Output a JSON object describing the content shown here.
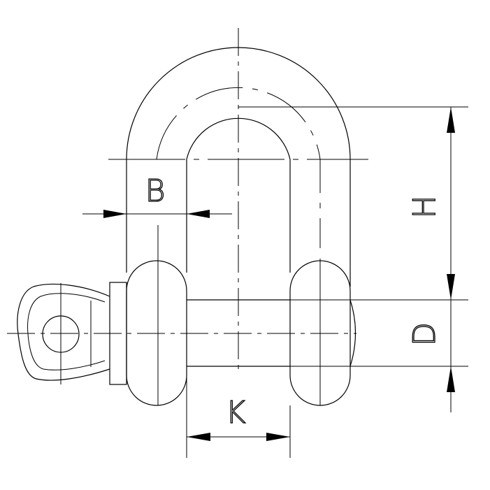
{
  "dimensions": {
    "b": "B",
    "h": "H",
    "d": "D",
    "k": "K"
  },
  "colors": {
    "line": "#000000",
    "background": "#ffffff"
  }
}
